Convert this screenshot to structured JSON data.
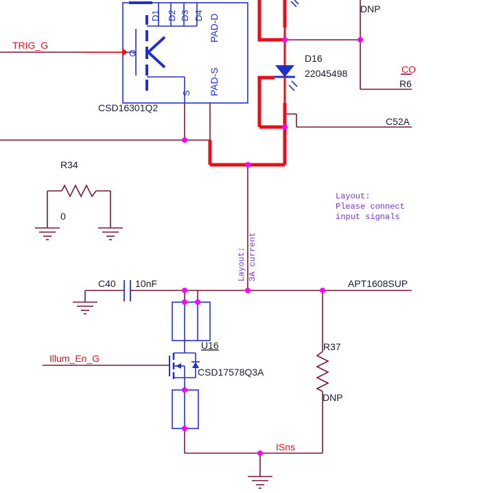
{
  "colors": {
    "wire": "#7a1533",
    "bus": "#e5101a",
    "net_label": "#e5101a",
    "component": "#2230c8",
    "junction": "#ff00ff",
    "text": "#1a1a33",
    "note": "#7a30d8"
  },
  "nets": {
    "trig_g": "TRIG_G",
    "illum_en_g": "Illum_En_G",
    "apt_sup": "APT1608SUP",
    "isns": "ISns",
    "co_partial": "CO",
    "r6_partial": "R6",
    "c52_partial": "C52A"
  },
  "components": {
    "q_top": {
      "ref": "CSD16301Q2",
      "pins": [
        "D1",
        "D2",
        "D3",
        "D4",
        "PAD-D",
        "G",
        "S",
        "PAD-S"
      ]
    },
    "led": {
      "ref": "D16",
      "value": "22045498"
    },
    "dnp_top": "DNP",
    "r34": {
      "ref": "R34",
      "value": "0"
    },
    "c40": {
      "ref": "C40",
      "value": "10nF"
    },
    "u16": {
      "ref": "U16",
      "value": "CSD17578Q3A"
    },
    "r37": {
      "ref": "R37",
      "value": "DNP"
    }
  },
  "notes": {
    "current_line1": "Layout:",
    "current_line2": "3A current",
    "layout_line1": "Layout:",
    "layout_line2": "Please connect",
    "layout_line3": "input signals"
  }
}
